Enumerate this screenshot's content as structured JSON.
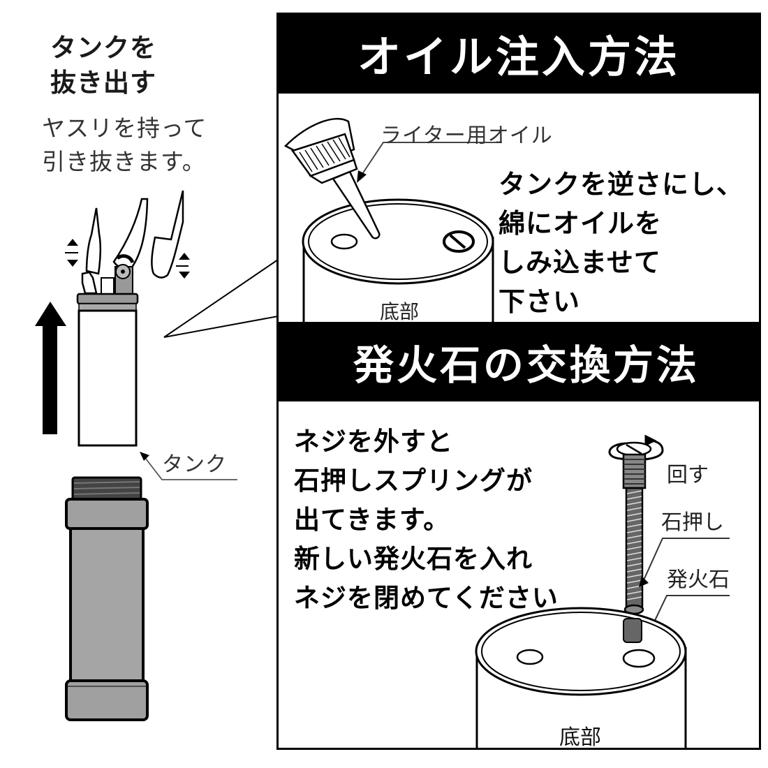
{
  "left_panel": {
    "title_lines": [
      "タンクを",
      "抜き出す"
    ],
    "subtitle_lines": [
      "ヤスリを持って",
      "引き抜きます。"
    ],
    "tank_label": "タンク"
  },
  "oil_section": {
    "header": "オイル注入方法",
    "bottle_label": "ライター用オイル",
    "instruction_lines": [
      "タンクを逆さにし、",
      "綿にオイルを",
      "しみ込ませて",
      "下さい"
    ],
    "base_label": "底部"
  },
  "flint_section": {
    "header": "発火石の交換方法",
    "instruction_lines": [
      "ネジを外すと",
      "石押しスプリングが",
      "出てきます。",
      "新しい発火石を入れ",
      "ネジを閉めてください"
    ],
    "labels": {
      "rotate": "回す",
      "stone_pusher": "石押し",
      "flint": "発火石"
    },
    "base_label": "底部"
  },
  "colors": {
    "header_bg": "#000000",
    "header_text": "#ffffff",
    "metal_gray": "#9a9a9a"
  }
}
